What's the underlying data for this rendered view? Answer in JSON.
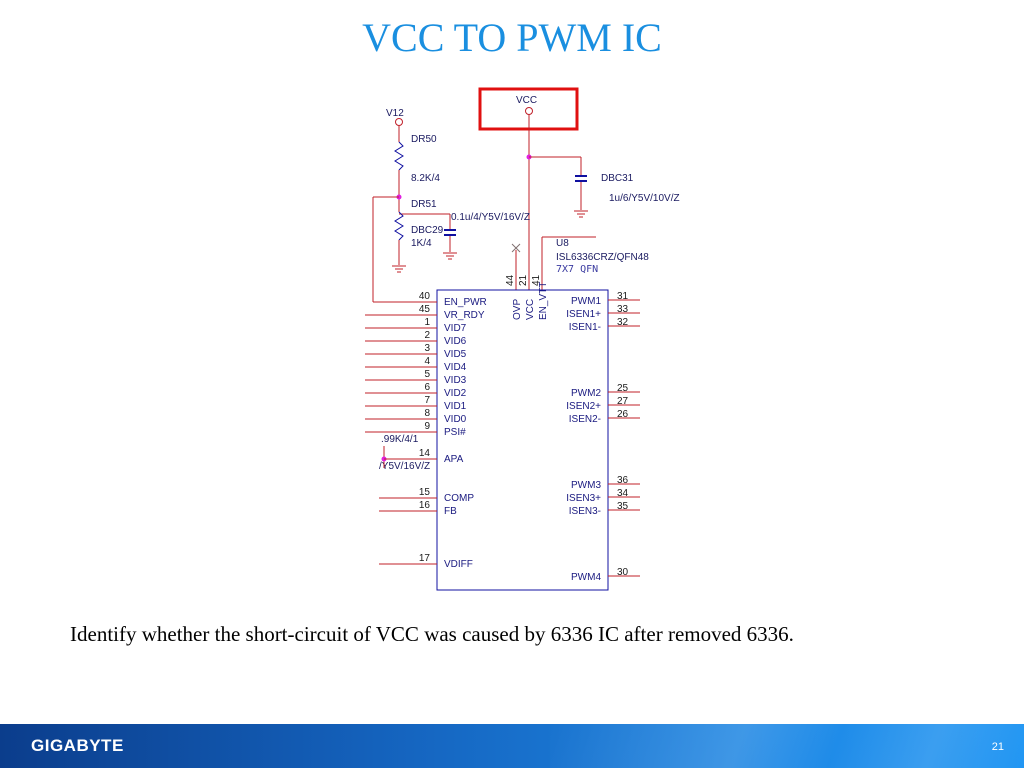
{
  "slide": {
    "title": "VCC TO PWM IC",
    "body_text": "Identify whether the short-circuit of VCC was caused by 6336 IC after removed 6336.",
    "page_number": "21"
  },
  "footer": {
    "brand": "GIGABYTE"
  },
  "schematic": {
    "highlight_color": "#e01010",
    "wire_color": "#c0202a",
    "net_labels": {
      "vcc": "VCC",
      "v12": "V12"
    },
    "components": {
      "dr50": {
        "ref": "DR50",
        "value": "8.2K/4"
      },
      "dr51": {
        "ref": "DR51",
        "value": "1K/4"
      },
      "dbc29": {
        "ref": "DBC29",
        "value": "0.1u/4/Y5V/16V/Z"
      },
      "dbc31": {
        "ref": "DBC31",
        "value": "1u/6/Y5V/10V/Z"
      },
      "u8": {
        "ref": "U8",
        "part": "ISL6336CRZ/QFN48",
        "package": "7X7 QFN"
      }
    },
    "partial_labels": {
      "res": ".99K/4/1",
      "cap": "/Y5V/16V/Z"
    },
    "top_pins": [
      {
        "num": "44",
        "name": "OVP"
      },
      {
        "num": "21",
        "name": "VCC"
      },
      {
        "num": "41",
        "name": "EN_VTT"
      }
    ],
    "left_pins": [
      {
        "num": "40",
        "name": "EN_PWR"
      },
      {
        "num": "45",
        "name": "VR_RDY"
      },
      {
        "num": "1",
        "name": "VID7"
      },
      {
        "num": "2",
        "name": "VID6"
      },
      {
        "num": "3",
        "name": "VID5"
      },
      {
        "num": "4",
        "name": "VID4"
      },
      {
        "num": "5",
        "name": "VID3"
      },
      {
        "num": "6",
        "name": "VID2"
      },
      {
        "num": "7",
        "name": "VID1"
      },
      {
        "num": "8",
        "name": "VID0"
      },
      {
        "num": "9",
        "name": "PSI#"
      },
      {
        "num": "14",
        "name": "APA"
      },
      {
        "num": "15",
        "name": "COMP"
      },
      {
        "num": "16",
        "name": "FB"
      },
      {
        "num": "17",
        "name": "VDIFF"
      }
    ],
    "right_pins": [
      {
        "num": "31",
        "name": "PWM1"
      },
      {
        "num": "33",
        "name": "ISEN1+"
      },
      {
        "num": "32",
        "name": "ISEN1-"
      },
      {
        "num": "25",
        "name": "PWM2"
      },
      {
        "num": "27",
        "name": "ISEN2+"
      },
      {
        "num": "26",
        "name": "ISEN2-"
      },
      {
        "num": "36",
        "name": "PWM3"
      },
      {
        "num": "34",
        "name": "ISEN3+"
      },
      {
        "num": "35",
        "name": "ISEN3-"
      },
      {
        "num": "30",
        "name": "PWM4"
      }
    ]
  }
}
